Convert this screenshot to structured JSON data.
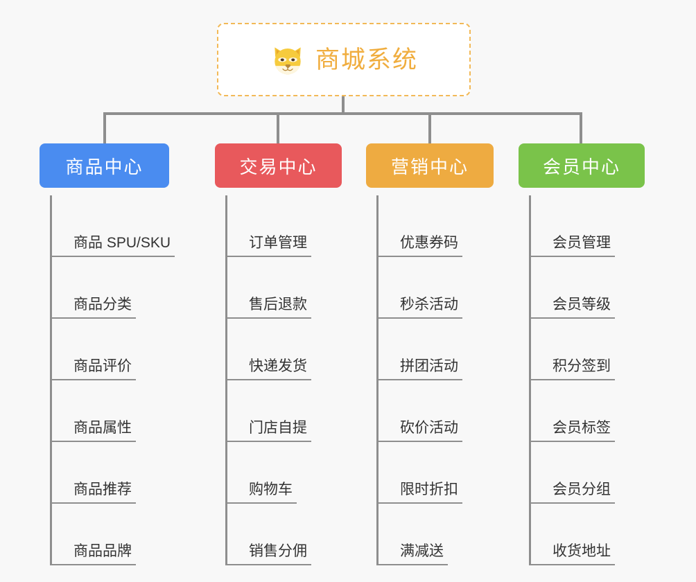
{
  "page": {
    "background_color": "#f8f8f8",
    "line_color": "#8e8e8e"
  },
  "root": {
    "icon": "shiba-dog-face-icon",
    "title": "商城系统",
    "title_color": "#f0ad3e",
    "border_color": "#f2b957",
    "border_style": "dashed",
    "background_color": "#ffffff"
  },
  "groups": [
    {
      "name": "product-center",
      "label": "商品中心",
      "color": "#4a8cf0",
      "items": [
        {
          "label": "商品 SPU/SKU"
        },
        {
          "label": "商品分类"
        },
        {
          "label": "商品评价"
        },
        {
          "label": "商品属性"
        },
        {
          "label": "商品推荐"
        },
        {
          "label": "商品品牌"
        }
      ]
    },
    {
      "name": "trade-center",
      "label": "交易中心",
      "color": "#e8595c",
      "items": [
        {
          "label": "订单管理"
        },
        {
          "label": "售后退款"
        },
        {
          "label": "快递发货"
        },
        {
          "label": "门店自提"
        },
        {
          "label": "购物车"
        },
        {
          "label": "销售分佣"
        }
      ]
    },
    {
      "name": "marketing-center",
      "label": "营销中心",
      "color": "#eeab41",
      "items": [
        {
          "label": "优惠券码"
        },
        {
          "label": "秒杀活动"
        },
        {
          "label": "拼团活动"
        },
        {
          "label": "砍价活动"
        },
        {
          "label": "限时折扣"
        },
        {
          "label": "满减送"
        }
      ]
    },
    {
      "name": "member-center",
      "label": "会员中心",
      "color": "#7ac34a",
      "items": [
        {
          "label": "会员管理"
        },
        {
          "label": "会员等级"
        },
        {
          "label": "积分签到"
        },
        {
          "label": "会员标签"
        },
        {
          "label": "会员分组"
        },
        {
          "label": "收货地址"
        }
      ]
    }
  ]
}
